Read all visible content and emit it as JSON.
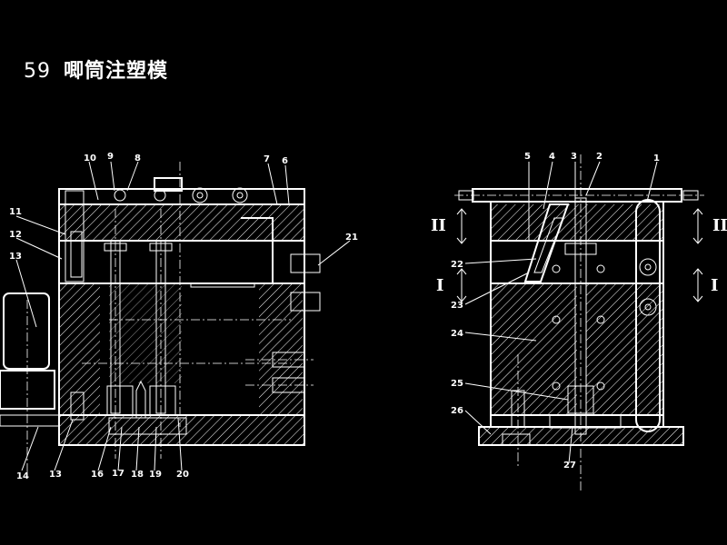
{
  "title": {
    "number": "59",
    "name": "唧筒注塑模"
  },
  "left_view": {
    "labels": [
      "10",
      "9",
      "8",
      "7",
      "6",
      "11",
      "12",
      "13",
      "21",
      "14",
      "13",
      "16",
      "17",
      "18",
      "19",
      "20"
    ]
  },
  "right_view": {
    "labels": [
      "5",
      "4",
      "3",
      "2",
      "1",
      "22",
      "23",
      "24",
      "25",
      "26",
      "27"
    ],
    "section_marks": [
      "II",
      "I",
      "II",
      "I"
    ]
  }
}
